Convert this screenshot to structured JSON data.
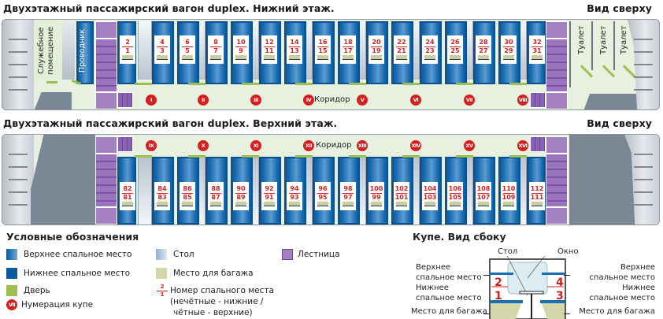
{
  "lower": {
    "title": "Двухэтажный пассажирский вагон duplex. Нижний этаж.",
    "view": "Вид сверху",
    "service_room": "Служебное помещение",
    "conductor": "Проводник",
    "toilet": "Туалет",
    "corridor": "Коридор",
    "coupes": [
      "I",
      "II",
      "III",
      "IV",
      "V",
      "VI",
      "VII",
      "VIII"
    ],
    "seats": [
      {
        "upper": "2",
        "lower": "1"
      },
      {
        "upper": "4",
        "lower": "3"
      },
      {
        "upper": "6",
        "lower": "5"
      },
      {
        "upper": "8",
        "lower": "7"
      },
      {
        "upper": "10",
        "lower": "9"
      },
      {
        "upper": "12",
        "lower": "11"
      },
      {
        "upper": "14",
        "lower": "13"
      },
      {
        "upper": "16",
        "lower": "15"
      },
      {
        "upper": "18",
        "lower": "17"
      },
      {
        "upper": "20",
        "lower": "19"
      },
      {
        "upper": "22",
        "lower": "21"
      },
      {
        "upper": "24",
        "lower": "23"
      },
      {
        "upper": "26",
        "lower": "25"
      },
      {
        "upper": "28",
        "lower": "27"
      },
      {
        "upper": "30",
        "lower": "29"
      },
      {
        "upper": "32",
        "lower": "31"
      }
    ]
  },
  "upper": {
    "title": "Двухэтажный пассажирский вагон duplex. Верхний этаж.",
    "view": "Вид сверху",
    "corridor": "Коридор",
    "coupes": [
      "IX",
      "X",
      "XI",
      "XII",
      "XIII",
      "XIV",
      "XV",
      "XVI"
    ],
    "seats": [
      {
        "upper": "82",
        "lower": "81"
      },
      {
        "upper": "84",
        "lower": "83"
      },
      {
        "upper": "86",
        "lower": "85"
      },
      {
        "upper": "88",
        "lower": "87"
      },
      {
        "upper": "90",
        "lower": "89"
      },
      {
        "upper": "92",
        "lower": "91"
      },
      {
        "upper": "94",
        "lower": "93"
      },
      {
        "upper": "96",
        "lower": "95"
      },
      {
        "upper": "98",
        "lower": "97"
      },
      {
        "upper": "100",
        "lower": "99"
      },
      {
        "upper": "102",
        "lower": "101"
      },
      {
        "upper": "104",
        "lower": "103"
      },
      {
        "upper": "106",
        "lower": "105"
      },
      {
        "upper": "108",
        "lower": "107"
      },
      {
        "upper": "110",
        "lower": "109"
      },
      {
        "upper": "112",
        "lower": "111"
      }
    ]
  },
  "legend": {
    "title": "Условные обозначения",
    "items": [
      {
        "label": "Верхнее спальное место",
        "icon": "upper-berth-swatch",
        "color": "#1a6fb3"
      },
      {
        "label": "Нижнее спальное место",
        "icon": "lower-berth-swatch",
        "color": "#0b5a9e"
      },
      {
        "label": "Дверь",
        "icon": "door-swatch",
        "color": "#9cc04f"
      },
      {
        "label": "Нумерация купе",
        "icon": "coupe-number-badge",
        "color": "#d42020",
        "badge": "VII"
      },
      {
        "label": "Стол",
        "icon": "table-swatch",
        "color": "#b9ccdd"
      },
      {
        "label": "Место для багажа",
        "icon": "luggage-swatch",
        "color": "#d2d6a8"
      },
      {
        "label": "Номер спального места",
        "sub1": "(нечётные - нижние /",
        "sub2": "чётные - верхние)",
        "icon": "seat-number-sample",
        "upper": "2",
        "lower": "1"
      },
      {
        "label": "Лестница",
        "icon": "stairs-swatch",
        "color": "#a481c3"
      }
    ]
  },
  "side_view": {
    "title": "Купе. Вид сбоку",
    "table": "Стол",
    "window": "Окно",
    "upper_left": [
      "Верхнее",
      "спальное место"
    ],
    "lower_left": [
      "Нижнее",
      "спальное место"
    ],
    "luggage_left": "Место для багажа",
    "upper_right": [
      "Верхнее",
      "спальное место"
    ],
    "lower_right": [
      "Нижнее",
      "спальное место"
    ],
    "luggage_right": "Место для багажа",
    "seats": [
      "2",
      "1",
      "4",
      "3"
    ]
  }
}
